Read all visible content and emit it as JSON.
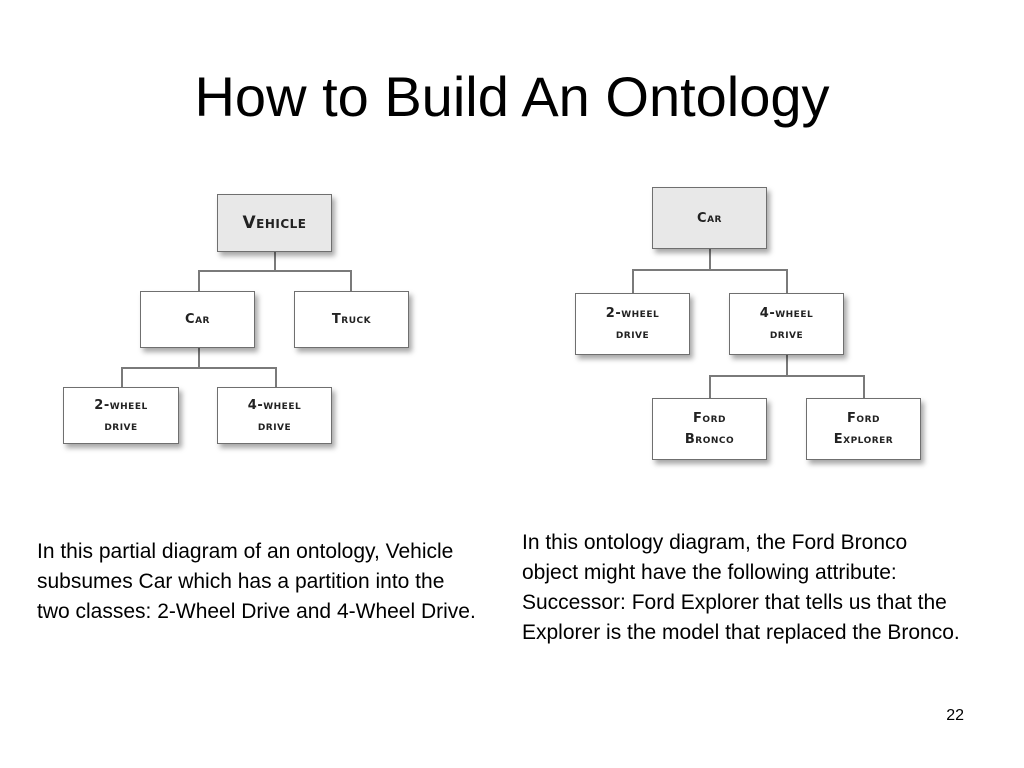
{
  "slide": {
    "title": "How to Build An Ontology",
    "page_number": "22"
  },
  "left_diagram": {
    "root": "Vehicle",
    "car": "Car",
    "truck": "Truck",
    "two_wheel": "2-wheel\ndrive",
    "four_wheel": "4-wheel\ndrive",
    "caption": "In this partial diagram of an ontology, Vehicle subsumes Car which has a partition into the two classes: 2-Wheel Drive and 4-Wheel Drive."
  },
  "right_diagram": {
    "root": "Car",
    "two_wheel": "2-wheel\ndrive",
    "four_wheel": "4-wheel\ndrive",
    "ford_bronco": "Ford\nBronco",
    "ford_explorer": "Ford\nExplorer",
    "caption": "In this ontology diagram, the Ford Bronco object might have the following attribute: Successor: Ford Explorer that tells us that the Explorer is the model that replaced the Bronco."
  }
}
